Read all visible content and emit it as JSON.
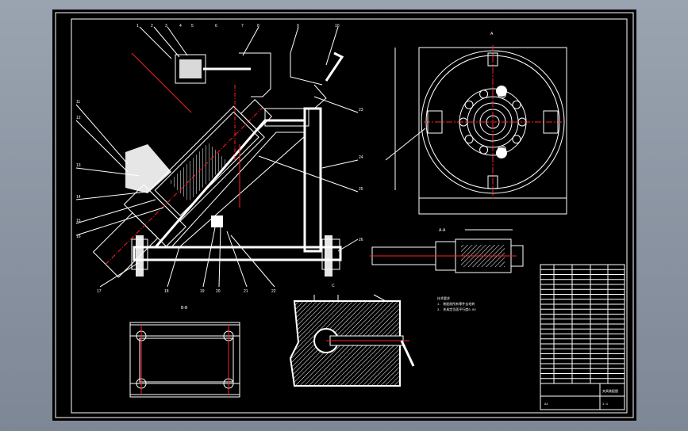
{
  "drawing": {
    "section_bb": "B-B",
    "section_a": "A",
    "part_numbers_top": [
      "1",
      "2",
      "3",
      "4",
      "5",
      "6",
      "7",
      "8",
      "9",
      "10"
    ],
    "part_numbers_left": [
      "11",
      "12",
      "13",
      "14",
      "15",
      "16"
    ],
    "part_numbers_bottom": [
      "17",
      "18",
      "19",
      "20",
      "21",
      "22"
    ],
    "part_numbers_right": [
      "23",
      "24",
      "25",
      "26"
    ],
    "view_labels": [
      "B-B",
      "A",
      "A-A",
      "C"
    ],
    "notes": [
      "技术要求",
      "1. 装配前所有零件去毛刺",
      "2. 夹具定位面平行度0.02"
    ],
    "title_block": {
      "rows": 24,
      "name": "夹具装配图",
      "scale": "1:1",
      "sheet": "A1"
    }
  }
}
